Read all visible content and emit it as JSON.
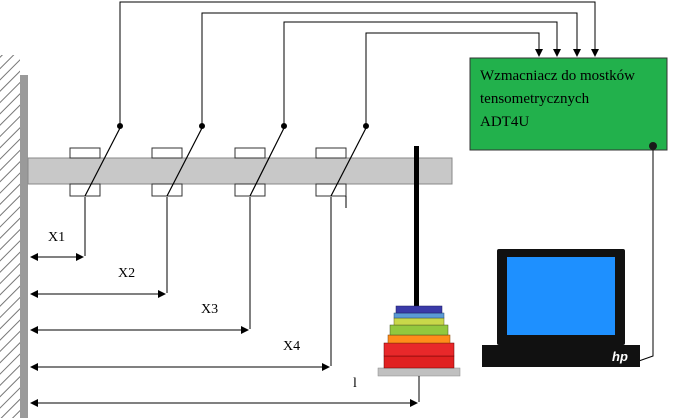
{
  "amplifier": {
    "line1": "Wzmacniacz do mostków",
    "line2": "tensometrycznych",
    "line3": "ADT4U",
    "fill": "#22b14c"
  },
  "distances": {
    "x1": "X1",
    "x2": "X2",
    "x3": "X3",
    "x4": "X4",
    "l": "l"
  },
  "laptop": {
    "brand": "hp",
    "screen_color": "#1e90ff"
  },
  "weights": {
    "colors": [
      "#3a3aa8",
      "#5b9bd5",
      "#c8d84a",
      "#92c83e",
      "#ff8c1a",
      "#e8282a",
      "#e02020"
    ]
  }
}
